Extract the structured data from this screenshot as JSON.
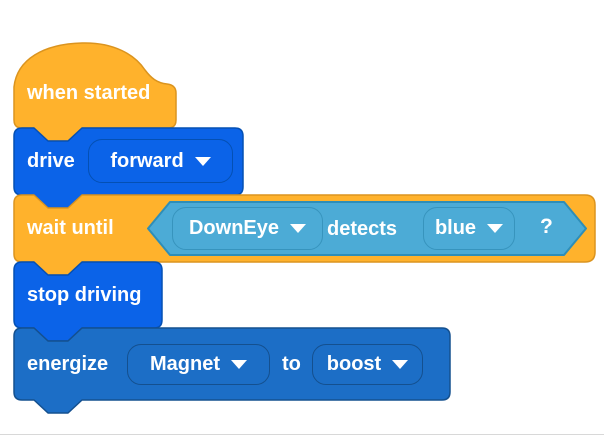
{
  "workspace": {
    "colors": {
      "event_orange_fill": "#FFB22C",
      "event_orange_stroke": "#DB941F",
      "drivetrain_blue_fill": "#0B63E8",
      "drivetrain_blue_stroke": "#0450B4",
      "magnet_blue_fill": "#1C6EC6",
      "magnet_blue_stroke": "#14508F",
      "sensing_teal_fill": "#4CABD6",
      "sensing_teal_stroke": "#2E8EB8"
    }
  },
  "blocks": {
    "when_started": {
      "label": "when started"
    },
    "drive": {
      "label": "drive",
      "direction": "forward"
    },
    "wait_until": {
      "label": "wait until",
      "sensor": "DownEye",
      "verb": "detects",
      "color": "blue",
      "question": "?"
    },
    "stop_driving": {
      "label": "stop driving"
    },
    "energize": {
      "label": "energize",
      "device": "Magnet",
      "to": "to",
      "mode": "boost"
    }
  }
}
